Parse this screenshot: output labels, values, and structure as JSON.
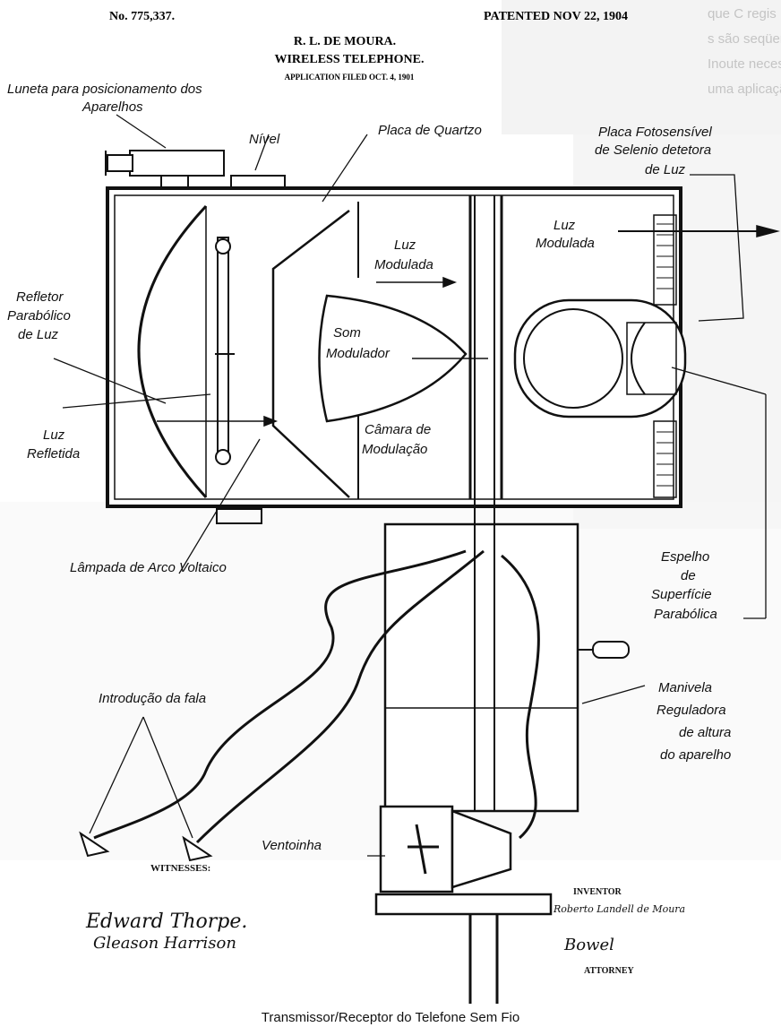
{
  "patent": {
    "number": "No. 775,337.",
    "date": "PATENTED NOV 22, 1904",
    "inventor_name": "R. L. DE MOURA.",
    "title": "WIRELESS TELEPHONE.",
    "application": "APPLICATION FILED OCT. 4, 1901"
  },
  "labels": {
    "luneta": [
      "Luneta para posicionamento dos",
      "Aparelhos"
    ],
    "nivel": "Nível",
    "placa_quartzo": "Placa de  Quartzo",
    "placa_foto": [
      "Placa Fotosensível",
      "de Selenio detetora",
      "de Luz"
    ],
    "refletor": [
      "Refletor",
      "Parabólico",
      "de Luz"
    ],
    "luz_modulada_1": [
      "Luz",
      "Modulada"
    ],
    "luz_modulada_2": [
      "Luz",
      "Modulada"
    ],
    "som_modulador": [
      "Som",
      "Modulador"
    ],
    "camara": [
      "Câmara de",
      "Modulação"
    ],
    "luz_refletida": [
      "Luz",
      "Refletida"
    ],
    "lampada": "Lâmpada de Arco Voltaico",
    "espelho": [
      "Espelho",
      "de",
      "Superfície",
      "Parabólica"
    ],
    "introducao": "Introdução da fala",
    "manivela": [
      "Manivela",
      "Reguladora",
      "de altura",
      "do aparelho"
    ],
    "ventoinha": "Ventoinha"
  },
  "signatures": {
    "witnesses": "WITNESSES:",
    "witness_1": "Edward Thorpe.",
    "witness_2": "Gleason Harrison",
    "inventor_caption": "INVENTOR",
    "inventor_sig": "Roberto Landell de Moura",
    "attorney_sig": "Bowel",
    "attorney_caption": "ATTORNEY"
  },
  "caption": "Transmissor/Receptor do Telefone Sem Fio",
  "colors": {
    "ink": "#111111",
    "paper": "#ffffff",
    "bg_text": "#c4c4c4"
  }
}
